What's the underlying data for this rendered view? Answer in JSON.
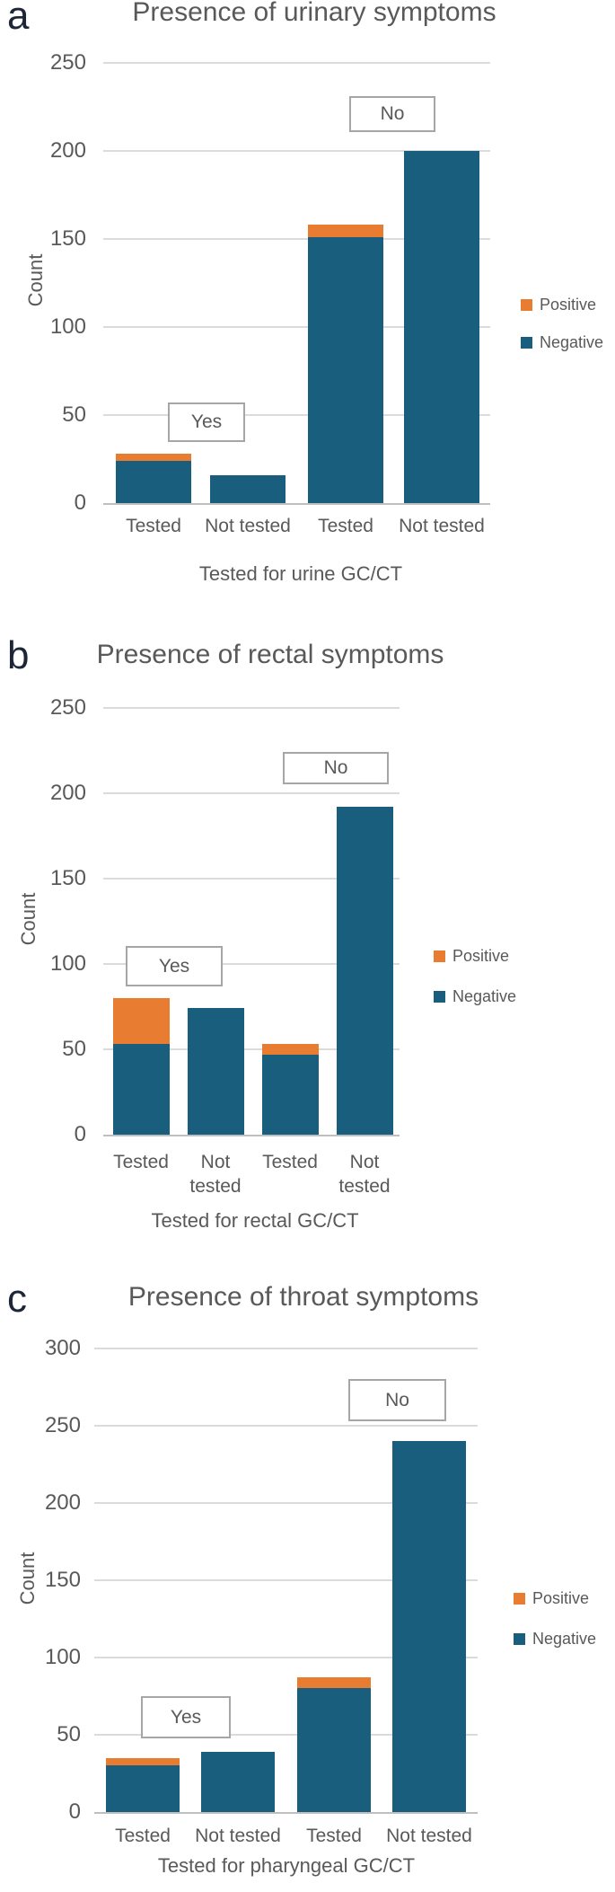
{
  "page": {
    "background": "#ffffff"
  },
  "palette": {
    "positive": "#e87c30",
    "negative": "#1a5e7d",
    "text_gray": "#595959",
    "panel_letter_color": "#1d2637",
    "gridline": "#dbdbdb",
    "axis_line": "#bfbfbf",
    "annotation_border": "#a6a6a6"
  },
  "legend_labels": {
    "positive": "Positive",
    "negative": "Negative"
  },
  "chart_data": [
    {
      "panel_letter": "a",
      "type": "bar",
      "stacked": true,
      "grid": true,
      "legend_position": "right",
      "title": "Presence of urinary symptoms",
      "ylabel": "Count",
      "xlabel": "Tested for urine GC/CT",
      "ylim": [
        0,
        250
      ],
      "ytick_interval": 50,
      "group_annotations": [
        "Yes",
        "No"
      ],
      "categories": [
        "Tested",
        "Not tested",
        "Tested",
        "Not tested"
      ],
      "series": [
        {
          "name": "Negative",
          "color": "#1a5e7d",
          "values": [
            24,
            16,
            151,
            200
          ]
        },
        {
          "name": "Positive",
          "color": "#e87c30",
          "values": [
            4,
            0,
            7,
            0
          ]
        }
      ]
    },
    {
      "panel_letter": "b",
      "type": "bar",
      "stacked": true,
      "grid": true,
      "legend_position": "right",
      "title": "Presence of rectal symptoms",
      "ylabel": "Count",
      "xlabel": "Tested for rectal GC/CT",
      "ylim": [
        0,
        250
      ],
      "ytick_interval": 50,
      "group_annotations": [
        "Yes",
        "No"
      ],
      "categories": [
        "Tested",
        "Not tested",
        "Tested",
        "Not tested"
      ],
      "series": [
        {
          "name": "Negative",
          "color": "#1a5e7d",
          "values": [
            53,
            74,
            47,
            192
          ]
        },
        {
          "name": "Positive",
          "color": "#e87c30",
          "values": [
            27,
            0,
            6,
            0
          ]
        }
      ]
    },
    {
      "panel_letter": "c",
      "type": "bar",
      "stacked": true,
      "grid": true,
      "legend_position": "right",
      "title": "Presence of throat symptoms",
      "ylabel": "Count",
      "xlabel": "Tested for pharyngeal GC/CT",
      "ylim": [
        0,
        300
      ],
      "ytick_interval": 50,
      "group_annotations": [
        "Yes",
        "No"
      ],
      "categories": [
        "Tested",
        "Not tested",
        "Tested",
        "Not tested"
      ],
      "series": [
        {
          "name": "Negative",
          "color": "#1a5e7d",
          "values": [
            30,
            39,
            80,
            240
          ]
        },
        {
          "name": "Positive",
          "color": "#e87c30",
          "values": [
            5,
            0,
            7,
            0
          ]
        }
      ]
    }
  ]
}
